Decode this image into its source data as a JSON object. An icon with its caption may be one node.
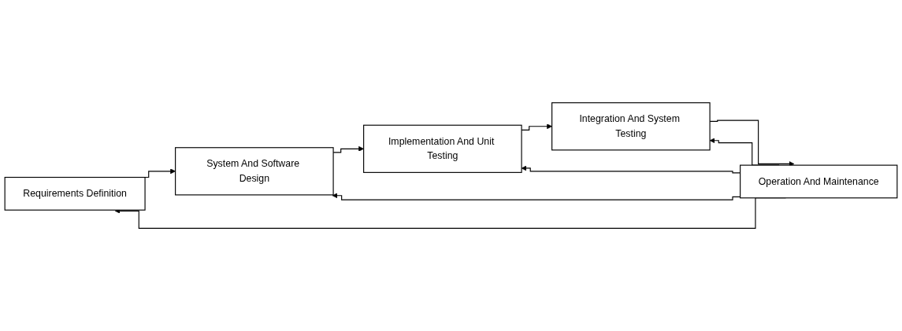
{
  "diagram": {
    "nodes": [
      {
        "text": [
          "Requirements Definition"
        ]
      },
      {
        "text": [
          "System And Software Design"
        ]
      },
      {
        "text": [
          "Implementation And Unit Testing"
        ]
      },
      {
        "text": [
          "Integration And System Testing"
        ]
      },
      {
        "text": [
          "Operation And Maintenance"
        ]
      }
    ],
    "edges": [
      {
        "from": 0,
        "to": 1,
        "arrow": "to"
      },
      {
        "from": 1,
        "to": 2,
        "arrow": "to"
      },
      {
        "from": 2,
        "to": 3,
        "arrow": "to"
      },
      {
        "from": 3,
        "to": 4,
        "arrow": "to"
      },
      {
        "from": 4,
        "to": 0,
        "arrow": "to"
      },
      {
        "from": 4,
        "to": 1,
        "arrow": "to"
      },
      {
        "from": 4,
        "to": 2,
        "arrow": "to"
      },
      {
        "from": 4,
        "to": 3,
        "arrow": "to"
      }
    ]
  }
}
